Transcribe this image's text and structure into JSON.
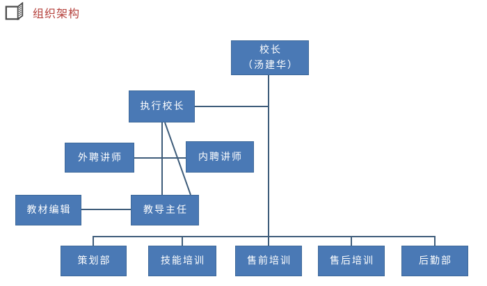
{
  "header": {
    "title": "组织架构",
    "title_color": "#b5413c",
    "icon": "open-book-icon"
  },
  "org_chart": {
    "type": "org-tree",
    "colors": {
      "box_fill": "#4a79b5",
      "box_border": "#3d6899",
      "box_text": "#ffffff",
      "connector": "#3e5c7a"
    },
    "nodes": {
      "principal": {
        "line1": "校长",
        "line2": "（汤建华）"
      },
      "executive": {
        "label": "执行校长"
      },
      "external_lecturer": {
        "label": "外聘讲师"
      },
      "internal_lecturer": {
        "label": "内聘讲师"
      },
      "textbook_editor": {
        "label": "教材编辑"
      },
      "dean": {
        "label": "教导主任"
      },
      "planning_dept": {
        "label": "策划部"
      },
      "skills_training": {
        "label": "技能培训"
      },
      "presales_training": {
        "label": "售前培训"
      },
      "aftersales_training": {
        "label": "售后培训"
      },
      "logistics_dept": {
        "label": "后勤部"
      }
    },
    "edges": [
      {
        "from": "principal",
        "to": "departments_bus",
        "style": "vertical-trunk"
      },
      {
        "from": "executive",
        "to": "principal-trunk",
        "style": "horizontal"
      },
      {
        "from": "executive",
        "to": "dean",
        "style": "vertical"
      },
      {
        "from": "executive",
        "to": "dean",
        "style": "diagonal"
      },
      {
        "from": "external_lecturer",
        "to": "internal_lecturer",
        "style": "horizontal"
      },
      {
        "from": "textbook_editor",
        "to": "dean",
        "style": "horizontal"
      },
      {
        "from": "departments_bus",
        "to": "planning_dept",
        "style": "stub"
      },
      {
        "from": "departments_bus",
        "to": "skills_training",
        "style": "stub"
      },
      {
        "from": "departments_bus",
        "to": "presales_training",
        "style": "stub"
      },
      {
        "from": "departments_bus",
        "to": "aftersales_training",
        "style": "stub"
      },
      {
        "from": "departments_bus",
        "to": "logistics_dept",
        "style": "stub"
      }
    ]
  }
}
